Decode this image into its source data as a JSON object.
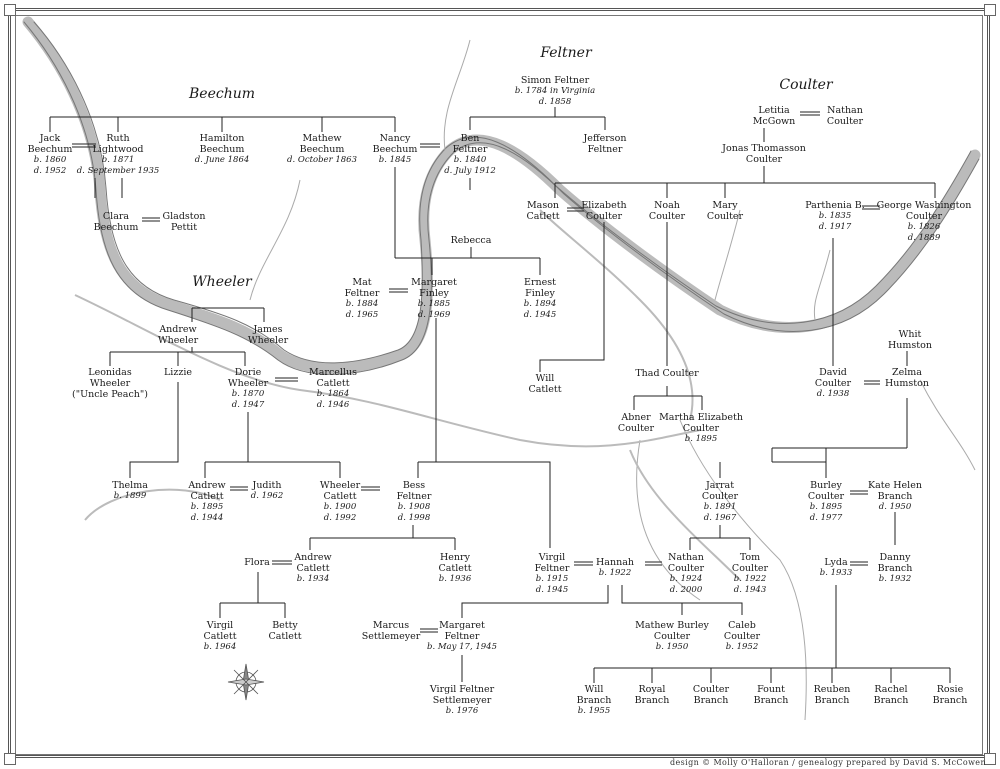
{
  "families": {
    "beechum": "Beechum",
    "feltner": "Feltner",
    "coulter": "Coulter",
    "wheeler": "Wheeler"
  },
  "people": {
    "jack_beechum": {
      "name": [
        "Jack",
        "Beechum"
      ],
      "dates": [
        "b. 1860",
        "d. 1952"
      ]
    },
    "ruth_lightwood": {
      "name": [
        "Ruth",
        "Lightwood"
      ],
      "dates": [
        "b. 1871",
        "d. September 1935"
      ]
    },
    "hamilton_beechum": {
      "name": [
        "Hamilton",
        "Beechum"
      ],
      "dates": [
        "d. June 1864"
      ]
    },
    "mathew_beechum": {
      "name": [
        "Mathew",
        "Beechum"
      ],
      "dates": [
        "d. October 1863"
      ]
    },
    "nancy_beechum": {
      "name": [
        "Nancy",
        "Beechum"
      ],
      "dates": [
        "b. 1845"
      ]
    },
    "ben_feltner": {
      "name": [
        "Ben",
        "Feltner"
      ],
      "dates": [
        "b. 1840",
        "d. July 1912"
      ]
    },
    "simon_feltner": {
      "name": [
        "Simon Feltner"
      ],
      "dates": [
        "b. 1784 in Virginia",
        "d. 1858"
      ]
    },
    "jefferson_feltner": {
      "name": [
        "Jefferson",
        "Feltner"
      ],
      "dates": []
    },
    "letitia_mcgown": {
      "name": [
        "Letitia",
        "McGown"
      ],
      "dates": []
    },
    "nathan_coulter_sr": {
      "name": [
        "Nathan",
        "Coulter"
      ],
      "dates": []
    },
    "jonas_coulter": {
      "name": [
        "Jonas Thomasson",
        "Coulter"
      ],
      "dates": []
    },
    "clara_beechum": {
      "name": [
        "Clara",
        "Beechum"
      ],
      "dates": []
    },
    "gladston_pettit": {
      "name": [
        "Gladston",
        "Pettit"
      ],
      "dates": []
    },
    "mason_catlett": {
      "name": [
        "Mason",
        "Catlett"
      ],
      "dates": []
    },
    "elizabeth_coulter": {
      "name": [
        "Elizabeth",
        "Coulter"
      ],
      "dates": []
    },
    "noah_coulter": {
      "name": [
        "Noah",
        "Coulter"
      ],
      "dates": []
    },
    "mary_coulter": {
      "name": [
        "Mary",
        "Coulter"
      ],
      "dates": []
    },
    "parthenia": {
      "name": [
        "Parthenia B."
      ],
      "dates": [
        "b. 1835",
        "d. 1917"
      ]
    },
    "george_washington_coulter": {
      "name": [
        "George Washington",
        "Coulter"
      ],
      "dates": [
        "b. 1826",
        "d. 1889"
      ]
    },
    "rebecca": {
      "name": [
        "Rebecca"
      ],
      "dates": []
    },
    "mat_feltner": {
      "name": [
        "Mat",
        "Feltner"
      ],
      "dates": [
        "b. 1884",
        "d. 1965"
      ]
    },
    "margaret_finley": {
      "name": [
        "Margaret",
        "Finley"
      ],
      "dates": [
        "b. 1885",
        "d. 1969"
      ]
    },
    "ernest_finley": {
      "name": [
        "Ernest",
        "Finley"
      ],
      "dates": [
        "b. 1894",
        "d. 1945"
      ]
    },
    "andrew_wheeler": {
      "name": [
        "Andrew",
        "Wheeler"
      ],
      "dates": []
    },
    "james_wheeler": {
      "name": [
        "James",
        "Wheeler"
      ],
      "dates": []
    },
    "leonidas_wheeler": {
      "name": [
        "Leonidas",
        "Wheeler",
        "(\"Uncle Peach\")"
      ],
      "dates": []
    },
    "lizzie": {
      "name": [
        "Lizzie"
      ],
      "dates": []
    },
    "dorie_wheeler": {
      "name": [
        "Dorie",
        "Wheeler"
      ],
      "dates": [
        "b. 1870",
        "d. 1947"
      ]
    },
    "marcellus_catlett": {
      "name": [
        "Marcellus",
        "Catlett"
      ],
      "dates": [
        "b. 1864",
        "d. 1946"
      ]
    },
    "will_catlett": {
      "name": [
        "Will",
        "Catlett"
      ],
      "dates": []
    },
    "thad_coulter": {
      "name": [
        "Thad Coulter"
      ],
      "dates": []
    },
    "whit_humston": {
      "name": [
        "Whit",
        "Humston"
      ],
      "dates": []
    },
    "david_coulter": {
      "name": [
        "David",
        "Coulter"
      ],
      "dates": [
        "d. 1938"
      ]
    },
    "zelma_humston": {
      "name": [
        "Zelma",
        "Humston"
      ],
      "dates": []
    },
    "abner_coulter": {
      "name": [
        "Abner",
        "Coulter"
      ],
      "dates": []
    },
    "martha_elizabeth_coulter": {
      "name": [
        "Martha Elizabeth",
        "Coulter"
      ],
      "dates": [
        "b. 1895"
      ]
    },
    "thelma": {
      "name": [
        "Thelma"
      ],
      "dates": [
        "b. 1899"
      ]
    },
    "andrew_catlett": {
      "name": [
        "Andrew",
        "Catlett"
      ],
      "dates": [
        "b. 1895",
        "d. 1944"
      ]
    },
    "judith": {
      "name": [
        "Judith"
      ],
      "dates": [
        "d. 1962"
      ]
    },
    "wheeler_catlett": {
      "name": [
        "Wheeler",
        "Catlett"
      ],
      "dates": [
        "b. 1900",
        "d. 1992"
      ]
    },
    "bess_feltner": {
      "name": [
        "Bess",
        "Feltner"
      ],
      "dates": [
        "b. 1908",
        "d. 1998"
      ]
    },
    "jarrat_coulter": {
      "name": [
        "Jarrat",
        "Coulter"
      ],
      "dates": [
        "b. 1891",
        "d. 1967"
      ]
    },
    "burley_coulter": {
      "name": [
        "Burley",
        "Coulter"
      ],
      "dates": [
        "b. 1895",
        "d. 1977"
      ]
    },
    "kate_helen_branch": {
      "name": [
        "Kate Helen",
        "Branch"
      ],
      "dates": [
        "d. 1950"
      ]
    },
    "flora": {
      "name": [
        "Flora"
      ],
      "dates": []
    },
    "andrew_catlett_2": {
      "name": [
        "Andrew",
        "Catlett"
      ],
      "dates": [
        "b. 1934"
      ]
    },
    "henry_catlett": {
      "name": [
        "Henry",
        "Catlett"
      ],
      "dates": [
        "b. 1936"
      ]
    },
    "virgil_feltner": {
      "name": [
        "Virgil",
        "Feltner"
      ],
      "dates": [
        "b. 1915",
        "d. 1945"
      ]
    },
    "hannah": {
      "name": [
        "Hannah"
      ],
      "dates": [
        "b. 1922"
      ]
    },
    "nathan_coulter": {
      "name": [
        "Nathan",
        "Coulter"
      ],
      "dates": [
        "b. 1924",
        "d. 2000"
      ]
    },
    "tom_coulter": {
      "name": [
        "Tom",
        "Coulter"
      ],
      "dates": [
        "b. 1922",
        "d. 1943"
      ]
    },
    "lyda": {
      "name": [
        "Lyda"
      ],
      "dates": [
        "b. 1933"
      ]
    },
    "danny_branch": {
      "name": [
        "Danny",
        "Branch"
      ],
      "dates": [
        "b. 1932"
      ]
    },
    "virgil_catlett": {
      "name": [
        "Virgil",
        "Catlett"
      ],
      "dates": [
        "b. 1964"
      ]
    },
    "betty_catlett": {
      "name": [
        "Betty",
        "Catlett"
      ],
      "dates": []
    },
    "marcus_settlemeyer": {
      "name": [
        "Marcus",
        "Settlemeyer"
      ],
      "dates": []
    },
    "margaret_feltner": {
      "name": [
        "Margaret",
        "Feltner"
      ],
      "dates": [
        "b. May 17, 1945"
      ]
    },
    "mathew_burley_coulter": {
      "name": [
        "Mathew Burley",
        "Coulter"
      ],
      "dates": [
        "b. 1950"
      ]
    },
    "caleb_coulter": {
      "name": [
        "Caleb",
        "Coulter"
      ],
      "dates": [
        "b. 1952"
      ]
    },
    "virgil_feltner_settlemeyer": {
      "name": [
        "Virgil Feltner",
        "Settlemeyer"
      ],
      "dates": [
        "b. 1976"
      ]
    },
    "will_branch": {
      "name": [
        "Will",
        "Branch"
      ],
      "dates": [
        "b. 1955"
      ]
    },
    "royal_branch": {
      "name": [
        "Royal",
        "Branch"
      ],
      "dates": []
    },
    "coulter_branch": {
      "name": [
        "Coulter",
        "Branch"
      ],
      "dates": []
    },
    "fount_branch": {
      "name": [
        "Fount",
        "Branch"
      ],
      "dates": []
    },
    "reuben_branch": {
      "name": [
        "Reuben",
        "Branch"
      ],
      "dates": []
    },
    "rachel_branch": {
      "name": [
        "Rachel",
        "Branch"
      ],
      "dates": []
    },
    "rosie_branch": {
      "name": [
        "Rosie",
        "Branch"
      ],
      "dates": []
    }
  },
  "credit": "design © Molly O'Halloran / genealogy prepared by David S. McCowen"
}
